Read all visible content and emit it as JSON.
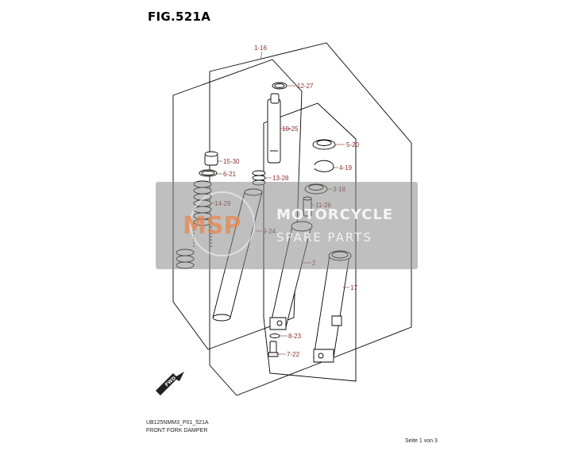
{
  "figure": {
    "title": "FIG.521A",
    "code": "UB125NMM3_P01_521A",
    "name": "FRONT FORK DAMPER",
    "page": "Seite 1 von 3"
  },
  "callouts": {
    "c1": "1-16",
    "c2": "12-27",
    "c3": "10-25",
    "c4": "5-20",
    "c5": "15-30",
    "c6": "6-21",
    "c7": "4-19",
    "c8": "13-28",
    "c9": "3-18",
    "c10": "14-29",
    "c11": "11-26",
    "c12": "9-24",
    "c13": "2",
    "c14": "17",
    "c15": "8-23",
    "c16": "7-22"
  },
  "watermark": {
    "logo": "MSP",
    "line1": "MOTORCYCLE",
    "line2": "SPARE PARTS"
  },
  "fwd_label": "FWD",
  "colors": {
    "callout": "#8b2e2e",
    "watermark_logo": "#e8874d",
    "watermark_box": "#8a8a8a"
  }
}
